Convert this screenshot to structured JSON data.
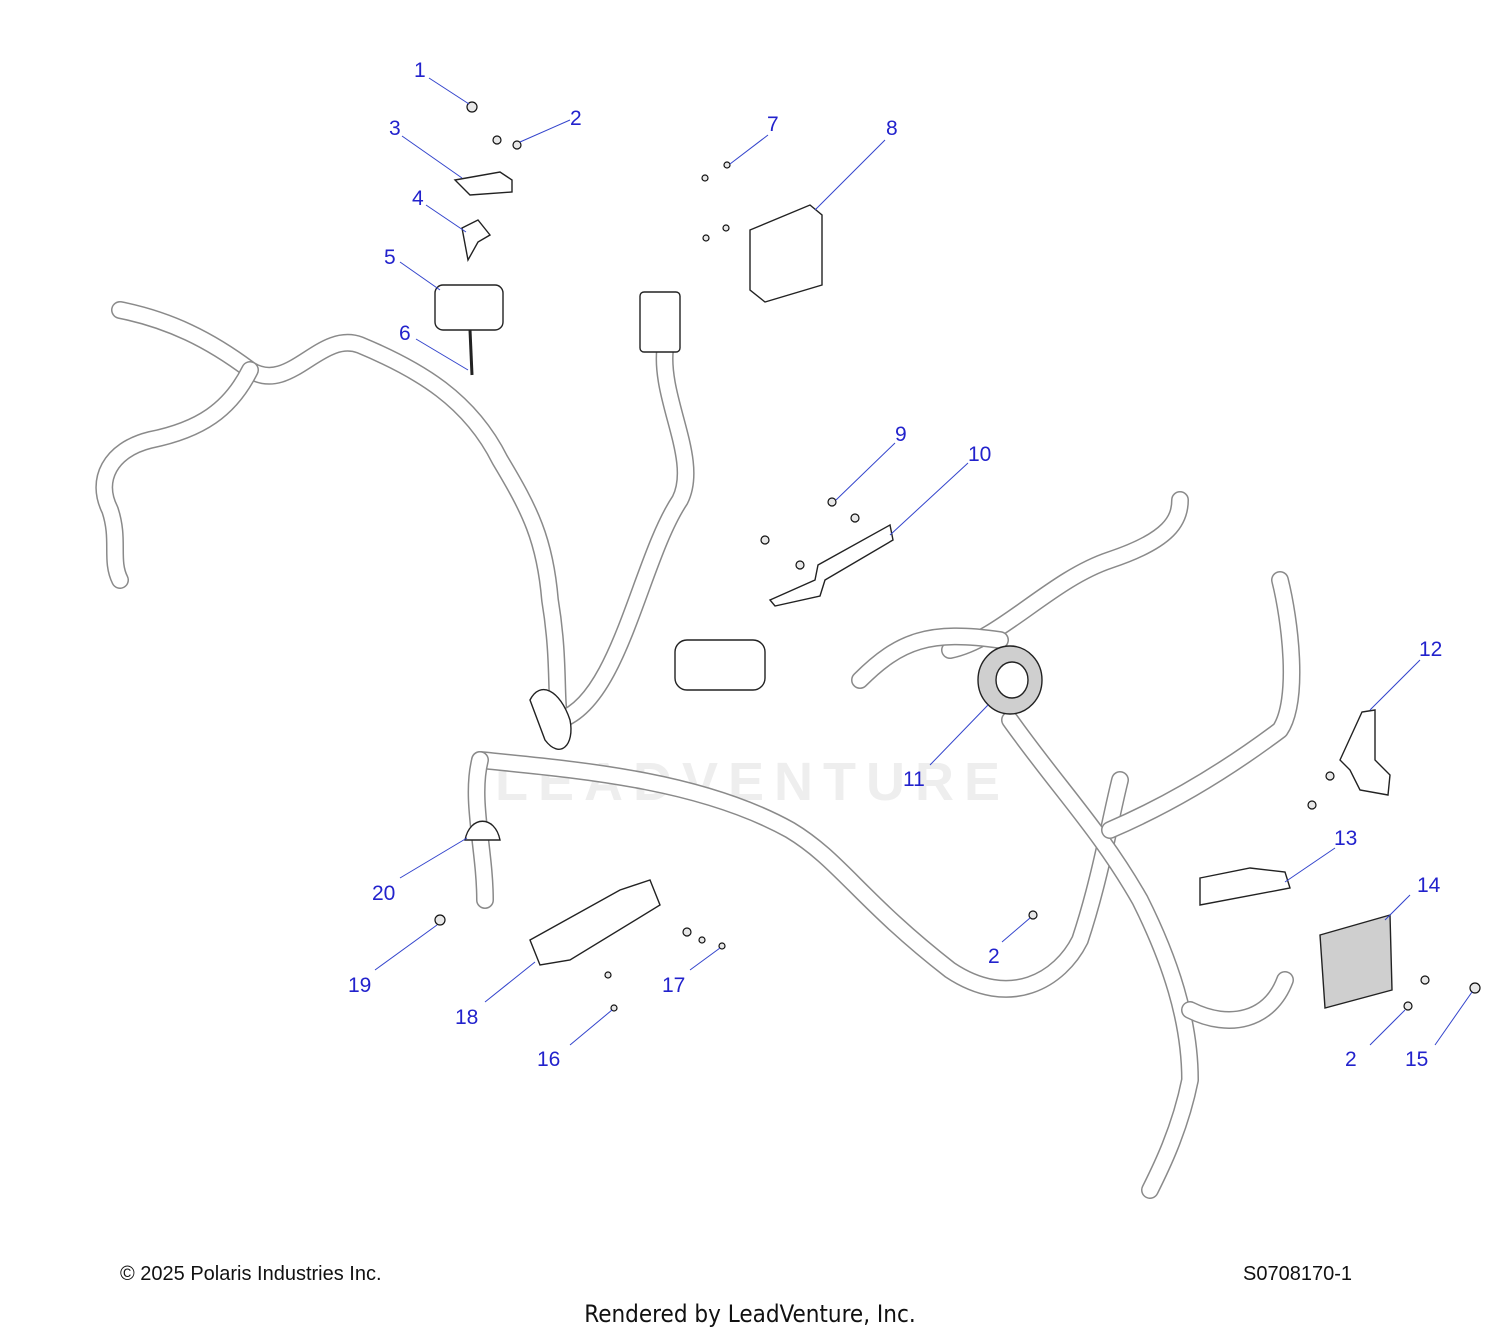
{
  "watermark": "LEADVENTURE",
  "callouts": [
    "1",
    "2",
    "3",
    "4",
    "5",
    "6",
    "7",
    "8",
    "9",
    "10",
    "11",
    "12",
    "13",
    "14",
    "2",
    "15",
    "16",
    "17",
    "18",
    "19",
    "20",
    "2"
  ],
  "footer": {
    "copyright": "© 2025 Polaris Industries Inc.",
    "drawing_id": "S0708170-1",
    "rendered_by": "Rendered by LeadVenture, Inc."
  },
  "colors": {
    "callout": "#2222cc",
    "line_art": "#222222",
    "watermark": "#eeeeee"
  }
}
